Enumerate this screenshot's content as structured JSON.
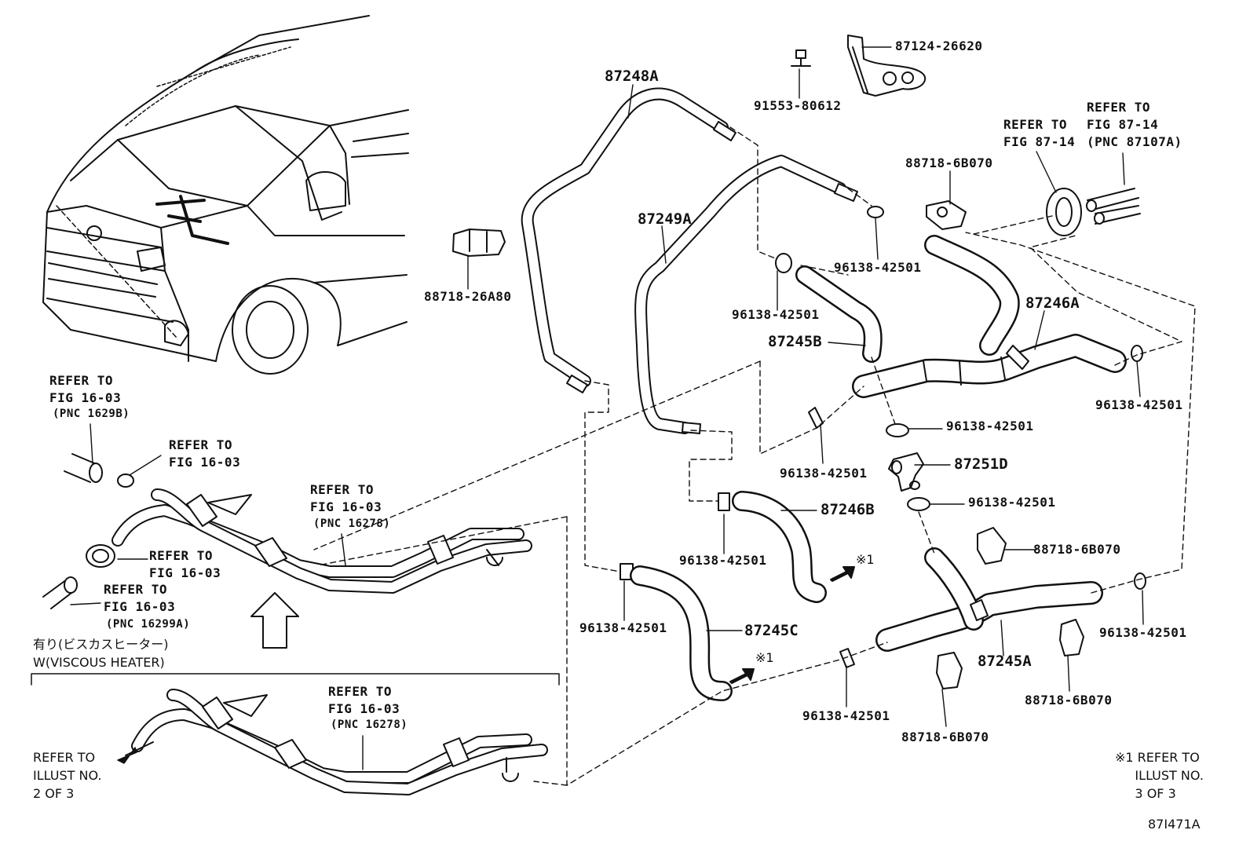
{
  "diagram": {
    "illust_id": "87I471A",
    "parts": {
      "p87248A": "87248A",
      "p87249A": "87249A",
      "p87124_26620": "87124-26620",
      "p91553_80612": "91553-80612",
      "p88718_26A80": "88718-26A80",
      "p88718_6B070_top": "88718-6B070",
      "p96138_a": "96138-42501",
      "p96138_b": "96138-42501",
      "p87245B": "87245B",
      "p87246A": "87246A",
      "p96138_c": "96138-42501",
      "p96138_d": "96138-42501",
      "p96138_e": "96138-42501",
      "p87251D": "87251D",
      "p96138_f": "96138-42501",
      "p87246B": "87246B",
      "p96138_g": "96138-42501",
      "p88718_6B070_mid": "88718-6B070",
      "p96138_h": "96138-42501",
      "p87245C": "87245C",
      "p87245A": "87245A",
      "p96138_i": "96138-42501",
      "p96138_j": "96138-42501",
      "p88718_6B070_b1": "88718-6B070",
      "p88718_6B070_b2": "88718-6B070"
    },
    "refs": {
      "r1": "REFER TO\nFIG 87-14",
      "r2": "REFER TO\nFIG 87-14\n(PNC 87107A)",
      "r3": "REFER TO\nFIG 16-03",
      "r3_pnc": "(PNC 1629B)",
      "r4": "REFER TO\nFIG 16-03",
      "r5": "REFER TO\nFIG 16-03",
      "r5_pnc": "(PNC 16278)",
      "r6": "REFER TO\nFIG 16-03",
      "r7": "REFER TO\nFIG 16-03",
      "r7_pnc": "(PNC 16299A)",
      "r8": "REFER TO\nFIG 16-03",
      "r8_pnc": "(PNC 16278)"
    },
    "notes": {
      "variant_jp": "有り(ビスカスヒーター)",
      "variant_en": "W(VISCOUS HEATER)",
      "mark1": "※1",
      "mark2": "※1",
      "illust_left": "REFER TO\nILLUST NO.\n2 OF 3",
      "illust_right": "※1 REFER TO\n     ILLUST NO.\n     3 OF 3"
    }
  }
}
